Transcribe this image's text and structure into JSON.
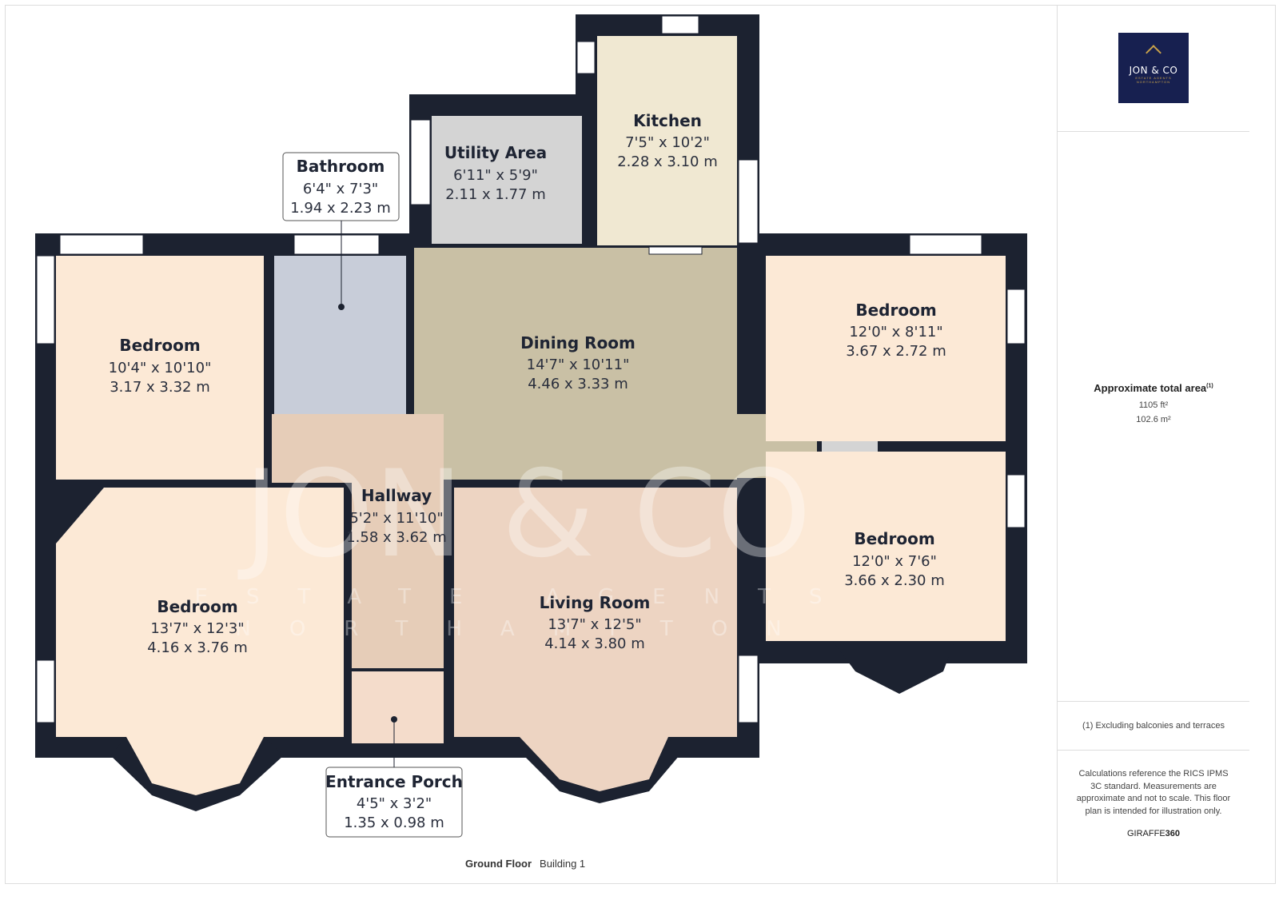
{
  "floor": "Ground Floor",
  "building": "Building 1",
  "rooms": {
    "kitchen": {
      "name": "Kitchen",
      "imperial": "7'5\" x 10'2\"",
      "metric": "2.28 x 3.10 m"
    },
    "utility": {
      "name": "Utility Area",
      "imperial": "6'11\" x 5'9\"",
      "metric": "2.11 x 1.77 m"
    },
    "bathroom": {
      "name": "Bathroom",
      "imperial": "6'4\" x 7'3\"",
      "metric": "1.94 x 2.23 m"
    },
    "bedroom_tl": {
      "name": "Bedroom",
      "imperial": "10'4\" x 10'10\"",
      "metric": "3.17 x 3.32 m"
    },
    "dining": {
      "name": "Dining Room",
      "imperial": "14'7\" x 10'11\"",
      "metric": "4.46 x 3.33 m"
    },
    "bedroom_tr": {
      "name": "Bedroom",
      "imperial": "12'0\" x 8'11\"",
      "metric": "3.67 x 2.72 m"
    },
    "hallway": {
      "name": "Hallway",
      "imperial": "5'2\" x 11'10\"",
      "metric": "1.58 x 3.62 m"
    },
    "bedroom_br": {
      "name": "Bedroom",
      "imperial": "12'0\" x 7'6\"",
      "metric": "3.66 x 2.30 m"
    },
    "bedroom_bl": {
      "name": "Bedroom",
      "imperial": "13'7\" x 12'3\"",
      "metric": "4.16 x 3.76 m"
    },
    "living": {
      "name": "Living Room",
      "imperial": "13'7\" x 12'5\"",
      "metric": "4.14 x 3.80 m"
    },
    "porch": {
      "name": "Entrance Porch",
      "imperial": "4'5\" x 3'2\"",
      "metric": "1.35 x 0.98 m"
    }
  },
  "watermark": {
    "brand": "JON & CO",
    "line1": "ESTATE AGENTS",
    "line2": "NORTHAMPTON"
  },
  "sidebar": {
    "logo_text": "JON & CO",
    "logo_sub": "ESTATE AGENTS NORTHAMPTON",
    "area_label": "Approximate total area",
    "area_sup": "(1)",
    "area_ft": "1105 ft²",
    "area_m": "102.6 m²",
    "footnote": "(1) Excluding balconies and terraces",
    "disclaimer": "Calculations reference the RICS IPMS 3C standard. Measurements are approximate and not to scale. This floor plan is intended for illustration only.",
    "credit_a": "GIRAFFE",
    "credit_b": "360"
  },
  "colors": {
    "wall": "#1c2230",
    "bedroom": "#fce9d6",
    "bath": "#c8cdd9",
    "dining": "#c9c0a5",
    "utility": "#d4d4d4",
    "kitchen": "#f0e8d2",
    "hall": "#e6cdb8",
    "living": "#edd4c2"
  }
}
